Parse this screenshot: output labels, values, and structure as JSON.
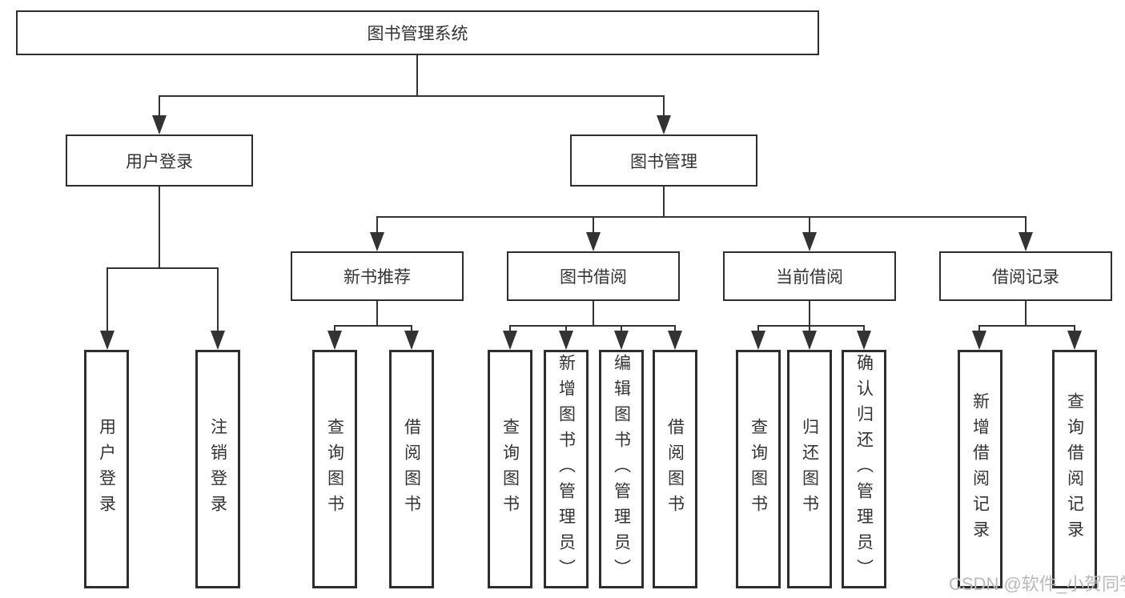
{
  "diagram": {
    "root": {
      "label": "图书管理系统"
    },
    "level2": [
      {
        "label": "用户登录"
      },
      {
        "label": "图书管理"
      }
    ],
    "level3": [
      {
        "label": "新书推荐",
        "parent": "图书管理"
      },
      {
        "label": "图书借阅",
        "parent": "图书管理"
      },
      {
        "label": "当前借阅",
        "parent": "图书管理"
      },
      {
        "label": "借阅记录",
        "parent": "图书管理"
      }
    ],
    "leaves": [
      {
        "label": "用户登录",
        "parent": "用户登录"
      },
      {
        "label": "注销登录",
        "parent": "用户登录"
      },
      {
        "label": "查询图书",
        "parent": "新书推荐"
      },
      {
        "label": "借阅图书",
        "parent": "新书推荐"
      },
      {
        "label": "查询图书",
        "parent": "图书借阅"
      },
      {
        "label": "新增图书（管理员）",
        "parent": "图书借阅"
      },
      {
        "label": "编辑图书（管理员）",
        "parent": "图书借阅"
      },
      {
        "label": "借阅图书",
        "parent": "图书借阅"
      },
      {
        "label": "查询图书",
        "parent": "当前借阅"
      },
      {
        "label": "归还图书",
        "parent": "当前借阅"
      },
      {
        "label": "确认归还（管理员）",
        "parent": "当前借阅"
      },
      {
        "label": "新增借阅记录",
        "parent": "借阅记录"
      },
      {
        "label": "查询借阅记录",
        "parent": "借阅记录"
      }
    ]
  },
  "watermark": {
    "text": "CSDN @软件_小贺同学",
    "color": "#b9b9b9"
  },
  "colors": {
    "line": "#333333",
    "box_border": "#2e2e2e",
    "box_fill": "#ffffff",
    "text": "#333333",
    "background": "#ffffff"
  }
}
